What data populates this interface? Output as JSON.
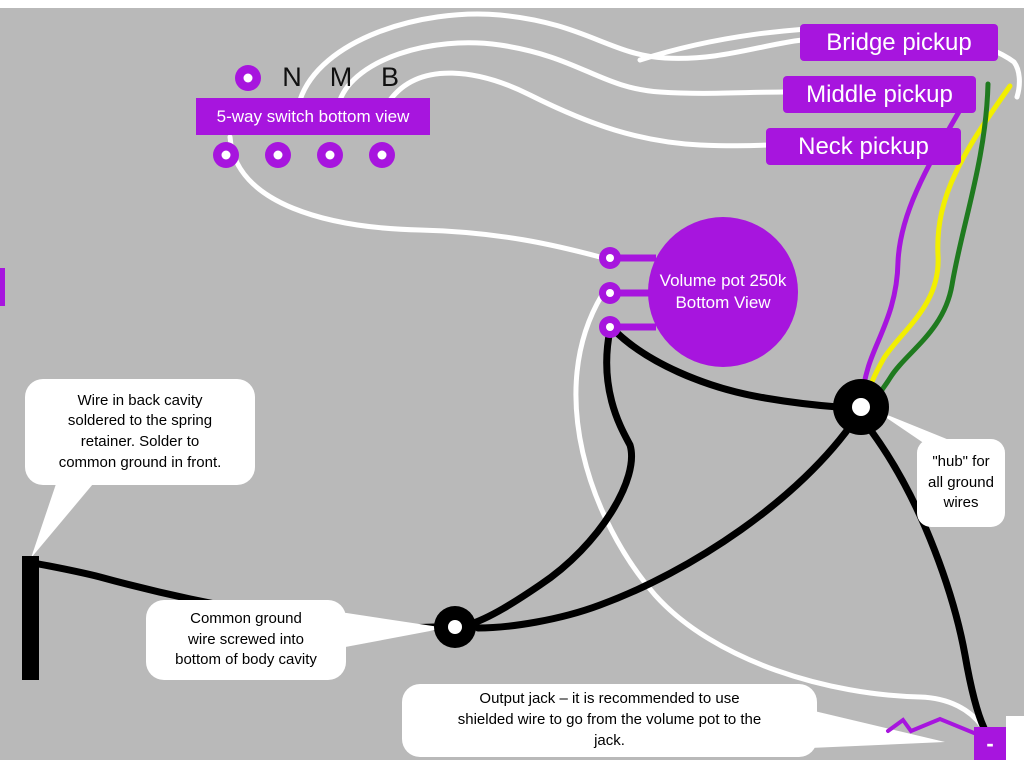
{
  "colors": {
    "background": "#b9b9b9",
    "component_purple": "#a715de",
    "wire_white": "#ffffff",
    "wire_black": "#000000",
    "wire_yellow": "#f2ef00",
    "wire_green": "#1f7a1f",
    "wire_purple": "#a715de",
    "callout_bg": "#ffffff",
    "callout_text": "#000000"
  },
  "pickups": {
    "bridge": "Bridge pickup",
    "middle": "Middle pickup",
    "neck": "Neck pickup"
  },
  "switch": {
    "label": "5-way switch bottom view",
    "terminals": [
      "N",
      "M",
      "B"
    ]
  },
  "volume_pot": {
    "line1": "Volume pot 250k",
    "line2": "Bottom View"
  },
  "jack": {
    "minus_label": "-"
  },
  "callouts": {
    "back_cavity": {
      "lines": [
        "Wire in back cavity",
        "soldered to the spring",
        "retainer.  Solder  to",
        "common ground in front."
      ]
    },
    "common_ground": {
      "lines": [
        "Common ground",
        "wire screwed into",
        "bottom of body cavity"
      ]
    },
    "output_jack": {
      "lines": [
        "Output jack – it is recommended to use",
        "shielded wire to go from the volume pot to the",
        "jack."
      ]
    },
    "hub": {
      "lines": [
        "\"hub\" for",
        "all ground",
        "wires"
      ]
    }
  }
}
